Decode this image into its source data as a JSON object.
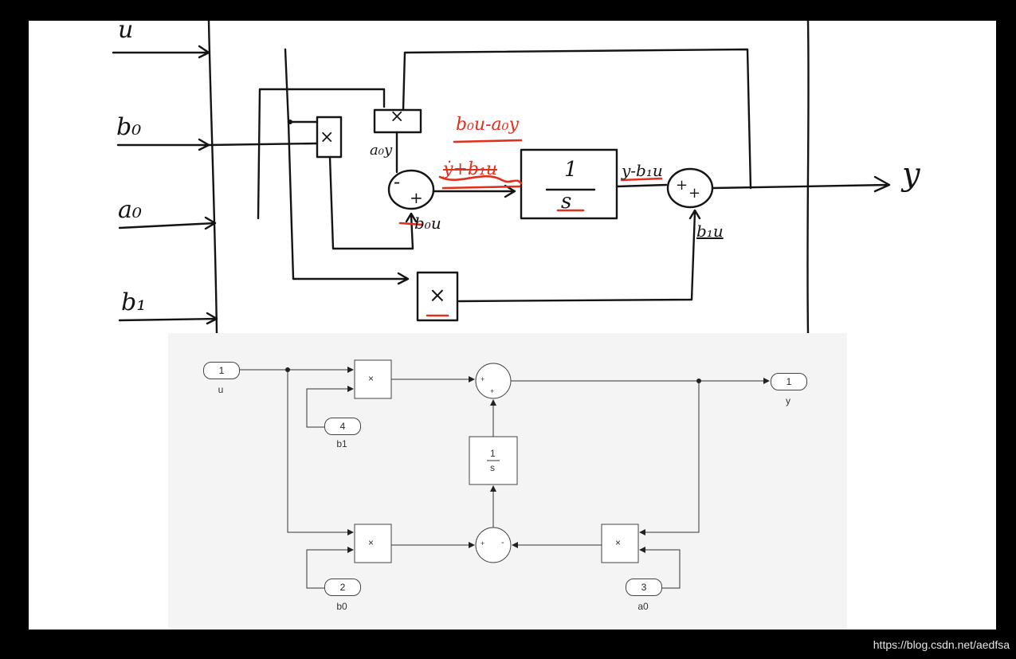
{
  "sketch": {
    "inputs": [
      "u",
      "b₀",
      "a₀",
      "b₁"
    ],
    "output": "y",
    "annotations": {
      "red_top": "b₀u-a₀y",
      "crossed": "ẏ+b₁u",
      "ay": "a₀y",
      "b0u": "b₀u",
      "y_b1u": "y-b₁u",
      "b1u": "b₁u",
      "integ_num": "1",
      "integ_den": "s",
      "mul": "×",
      "minus": "-",
      "plus": "+"
    }
  },
  "simulink": {
    "in_u": {
      "num": "1",
      "label": "u"
    },
    "in_b1": {
      "num": "4",
      "label": "b1"
    },
    "in_b0": {
      "num": "2",
      "label": "b0"
    },
    "in_a0": {
      "num": "3",
      "label": "a0"
    },
    "out_y": {
      "num": "1",
      "label": "y"
    },
    "product": "×",
    "integrator_num": "1",
    "integrator_den": "s",
    "plus": "+",
    "minus": "-"
  },
  "watermark": "https://blog.csdn.net/aedfsa"
}
